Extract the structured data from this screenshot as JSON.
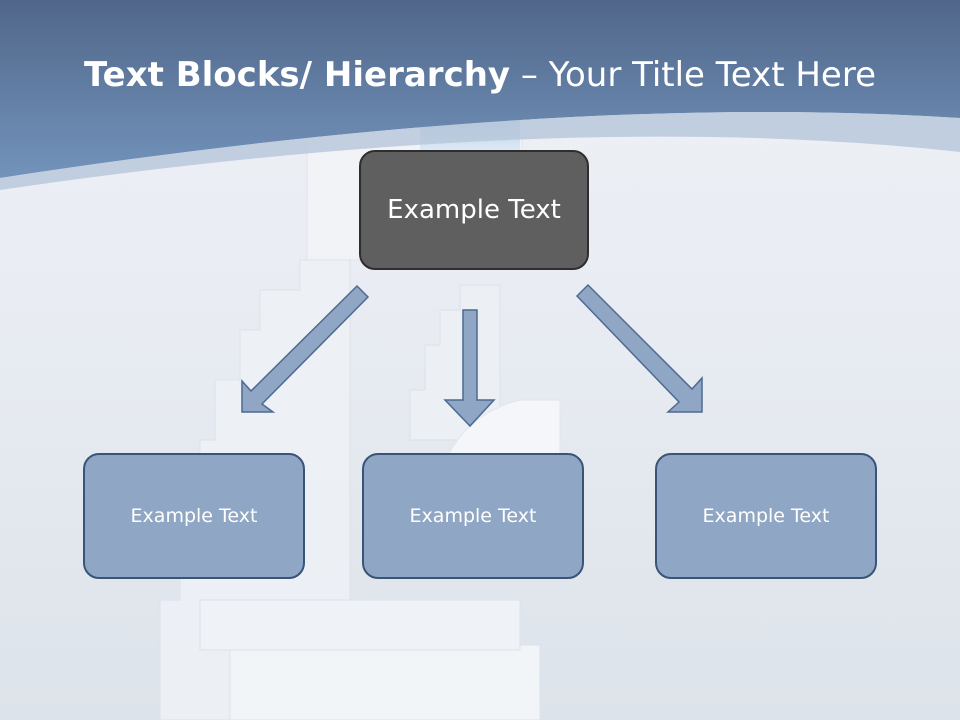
{
  "title": {
    "bold_part": "Text Blocks/ Hierarchy",
    "light_part": " – Your Title Text Here"
  },
  "diagram": {
    "root": {
      "label": "Example Text"
    },
    "children": [
      {
        "label": "Example Text"
      },
      {
        "label": "Example Text"
      },
      {
        "label": "Example Text"
      }
    ]
  },
  "colors": {
    "header_band": "#6e8db3",
    "root_fill": "#5f5f5f",
    "child_fill": "#8fa6c4",
    "arrow_fill": "#8fa6c4",
    "arrow_stroke": "#4d6a92"
  }
}
